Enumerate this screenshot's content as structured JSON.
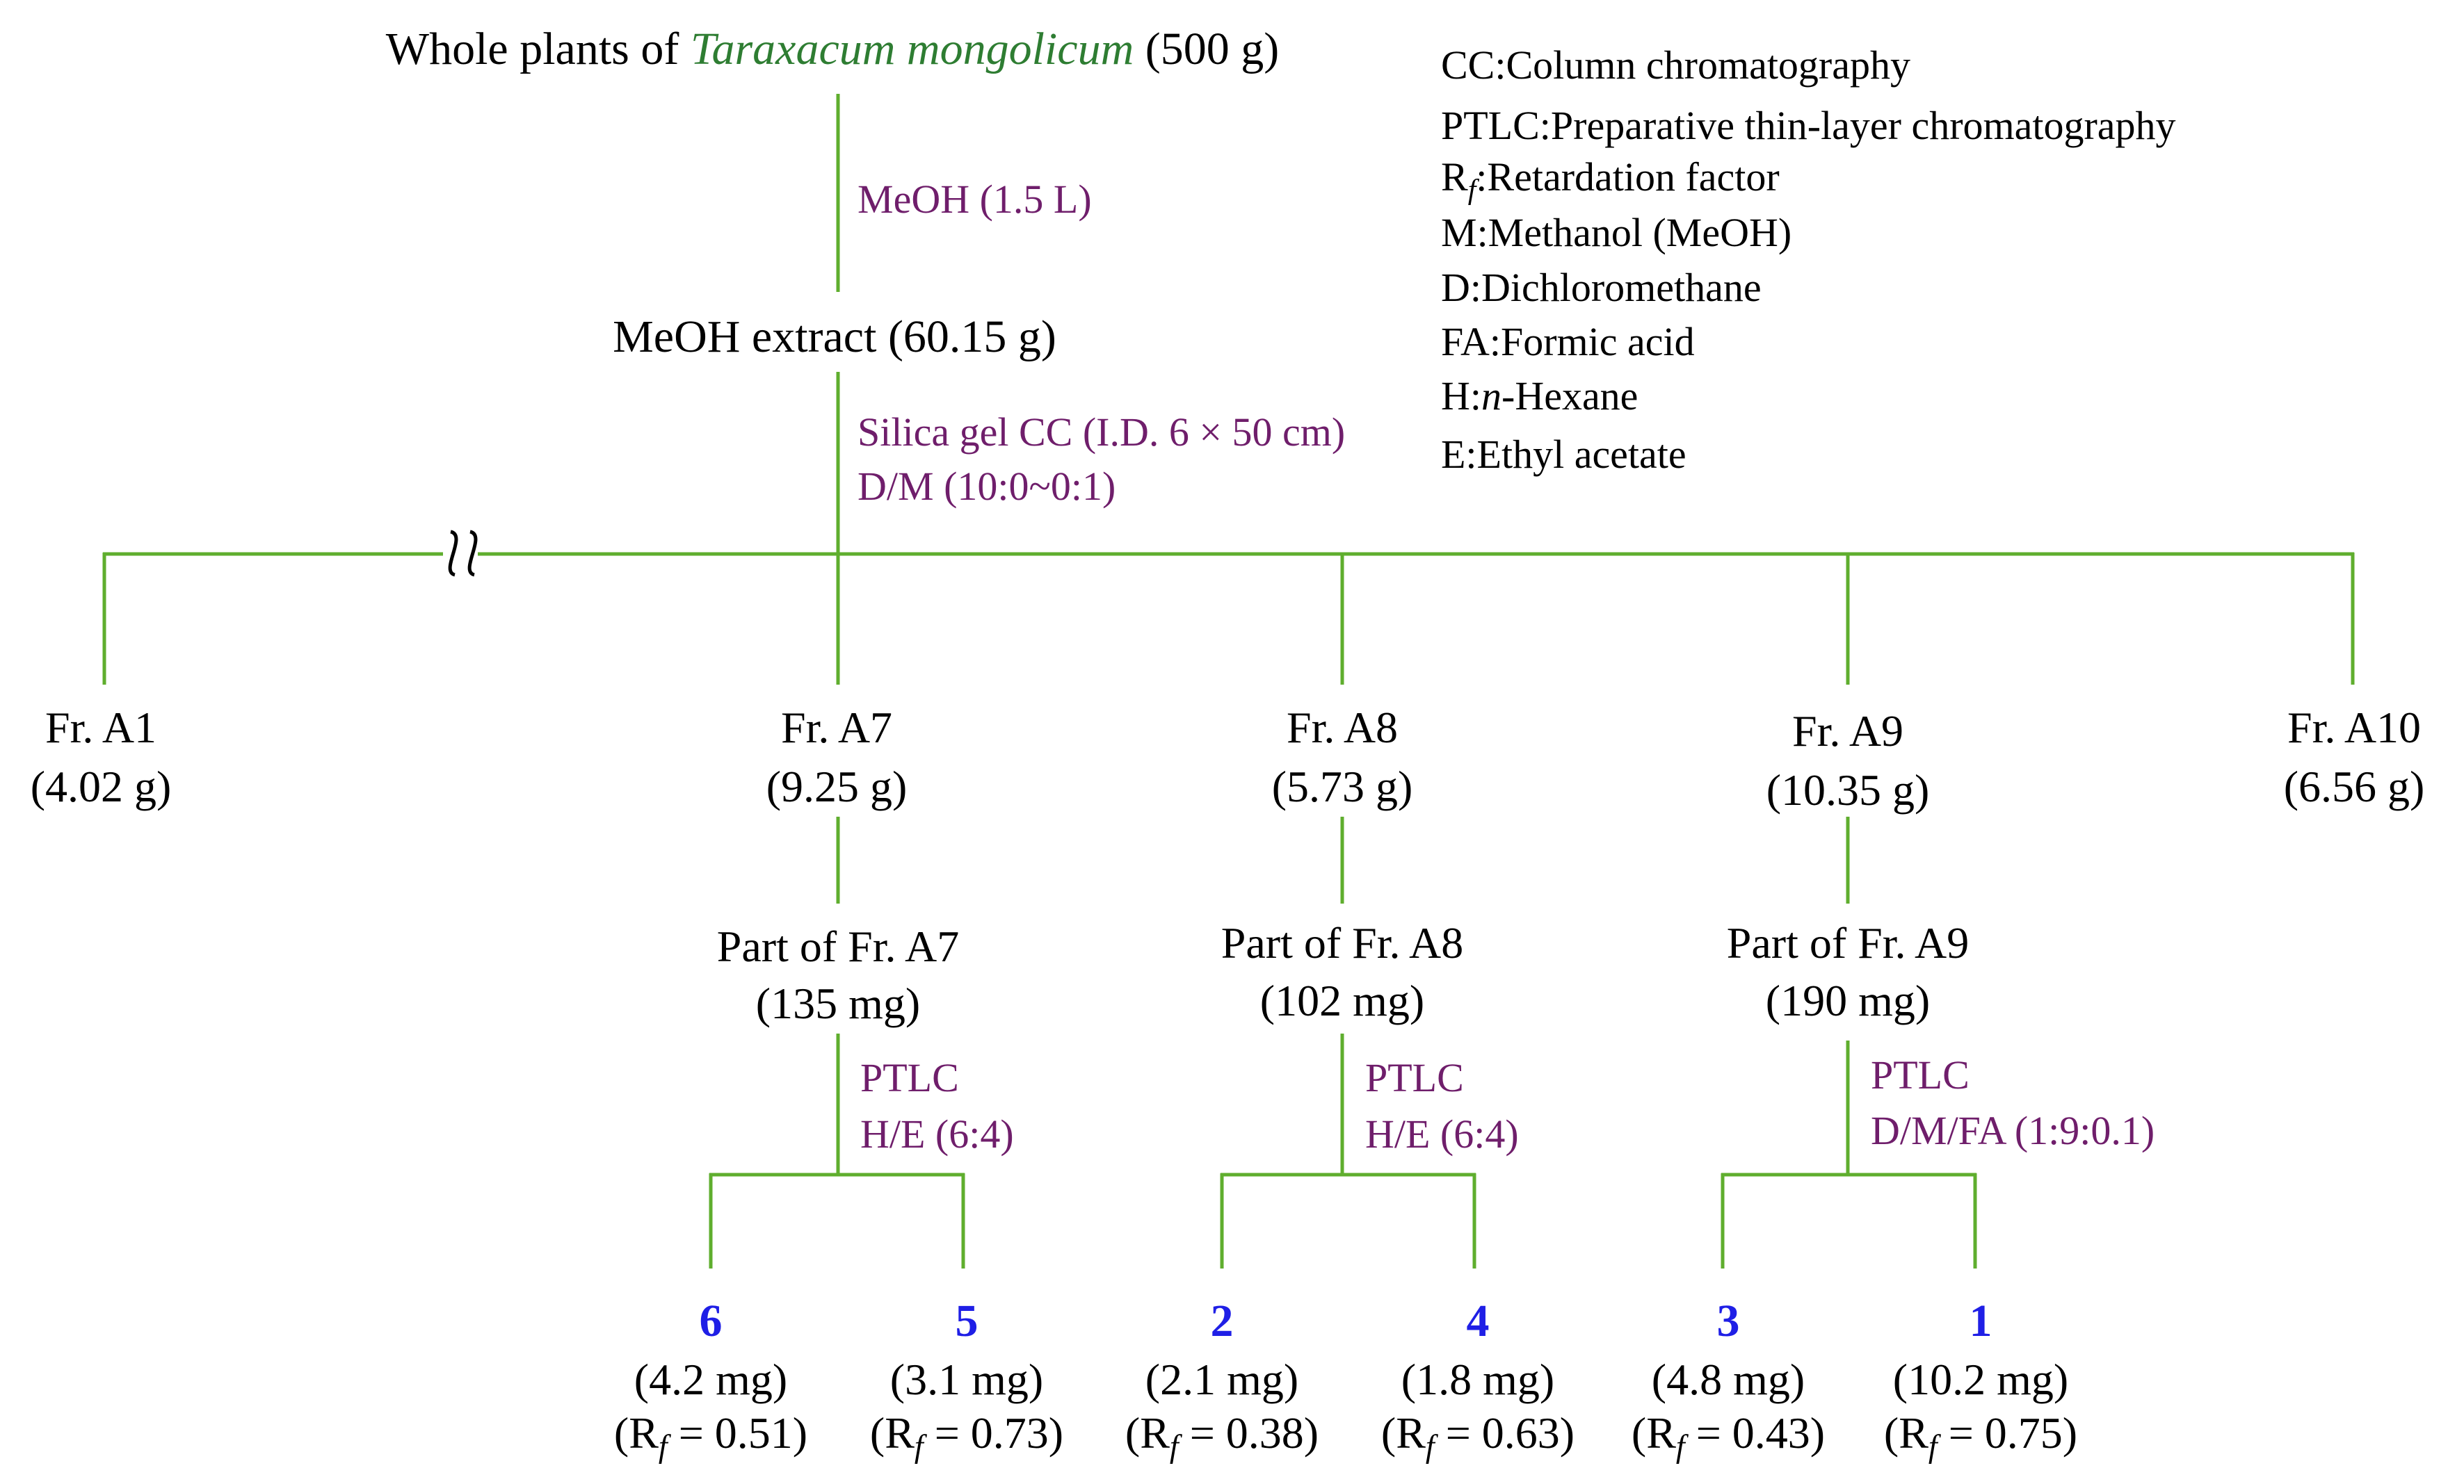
{
  "colors": {
    "line": "#5fae2e",
    "condition_text": "#6f1e6b",
    "compound_number": "#1f1fe6",
    "species_name": "#2e7d32",
    "text": "#000000"
  },
  "root": {
    "prefix": "Whole plants of ",
    "species": "Taraxacum mongolicum",
    "suffix": " (500 g)"
  },
  "step1": {
    "condition": "MeOH (1.5 L)"
  },
  "extract": {
    "label": "MeOH extract (60.15 g)"
  },
  "step2": {
    "condition_line1": "Silica gel CC (I.D. 6 × 50 cm)",
    "condition_line2": "D/M (10:0~0:1)"
  },
  "legend": {
    "cc": "CC:Column chromatography",
    "ptlc": "PTLC:Preparative thin-layer chromatography",
    "rf_main": "R",
    "rf_sub": "f",
    "rf_rest": ":Retardation factor",
    "m": "M:Methanol (MeOH)",
    "d": "D:Dichloromethane",
    "fa": "FA:Formic acid",
    "h_prefix": "H:",
    "h_ital": "n",
    "h_rest": "-Hexane",
    "e": "E:Ethyl acetate"
  },
  "fractions": [
    {
      "name": "Fr. A1",
      "mass": "(4.02 g)"
    },
    {
      "name": "Fr. A7",
      "mass": "(9.25 g)"
    },
    {
      "name": "Fr. A8",
      "mass": "(5.73 g)"
    },
    {
      "name": "Fr. A9",
      "mass": "(10.35 g)"
    },
    {
      "name": "Fr. A10",
      "mass": "(6.56 g)"
    }
  ],
  "parts": [
    {
      "name": "Part of Fr. A7",
      "mass": "(135 mg)",
      "method": "PTLC",
      "solvent": "H/E (6:4)"
    },
    {
      "name": "Part of Fr. A8",
      "mass": "(102 mg)",
      "method": "PTLC",
      "solvent": "H/E (6:4)"
    },
    {
      "name": "Part of Fr. A9",
      "mass": "(190 mg)",
      "method": "PTLC",
      "solvent": "D/M/FA (1:9:0.1)"
    }
  ],
  "compounds": [
    {
      "number": "6",
      "mass": "(4.2 mg)",
      "rf_prefix": "(R",
      "rf_sub": "f",
      "rf_value": " = 0.51)"
    },
    {
      "number": "5",
      "mass": "(3.1 mg)",
      "rf_prefix": "(R",
      "rf_sub": "f",
      "rf_value": " = 0.73)"
    },
    {
      "number": "2",
      "mass": "(2.1 mg)",
      "rf_prefix": "(R",
      "rf_sub": "f",
      "rf_value": " = 0.38)"
    },
    {
      "number": "4",
      "mass": "(1.8 mg)",
      "rf_prefix": "(R",
      "rf_sub": "f",
      "rf_value": " = 0.63)"
    },
    {
      "number": "3",
      "mass": "(4.8 mg)",
      "rf_prefix": "(R",
      "rf_sub": "f",
      "rf_value": " = 0.43)"
    },
    {
      "number": "1",
      "mass": "(10.2 mg)",
      "rf_prefix": "(R",
      "rf_sub": "f",
      "rf_value": " = 0.75)"
    }
  ]
}
